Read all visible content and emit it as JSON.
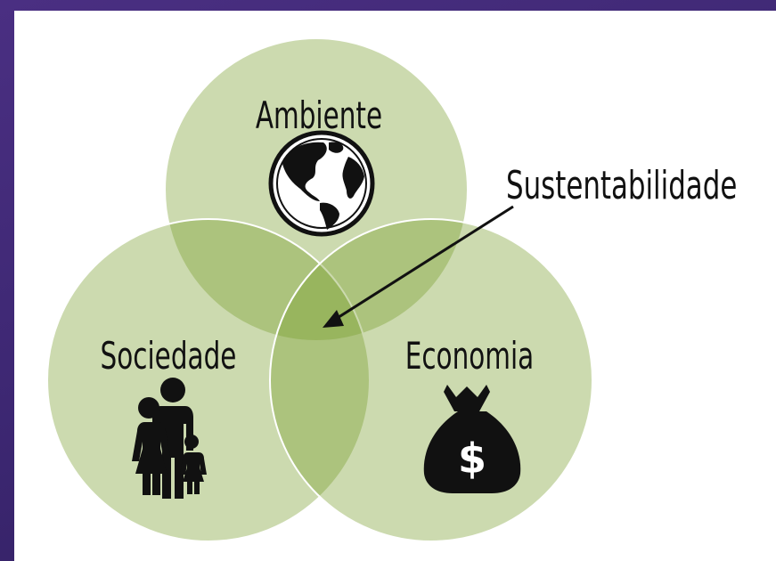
{
  "diagram": {
    "circles": [
      {
        "key": "ambiente",
        "label": "Ambiente",
        "icon": "globe-icon"
      },
      {
        "key": "sociedade",
        "label": "Sociedade",
        "icon": "family-icon"
      },
      {
        "key": "economia",
        "label": "Economia",
        "icon": "money-bag-icon"
      }
    ],
    "center_label": "Sustentabilidade",
    "colors": {
      "circle_fill": "#7a9e2e",
      "background_frame": "#3b2670",
      "text": "#111111"
    }
  }
}
